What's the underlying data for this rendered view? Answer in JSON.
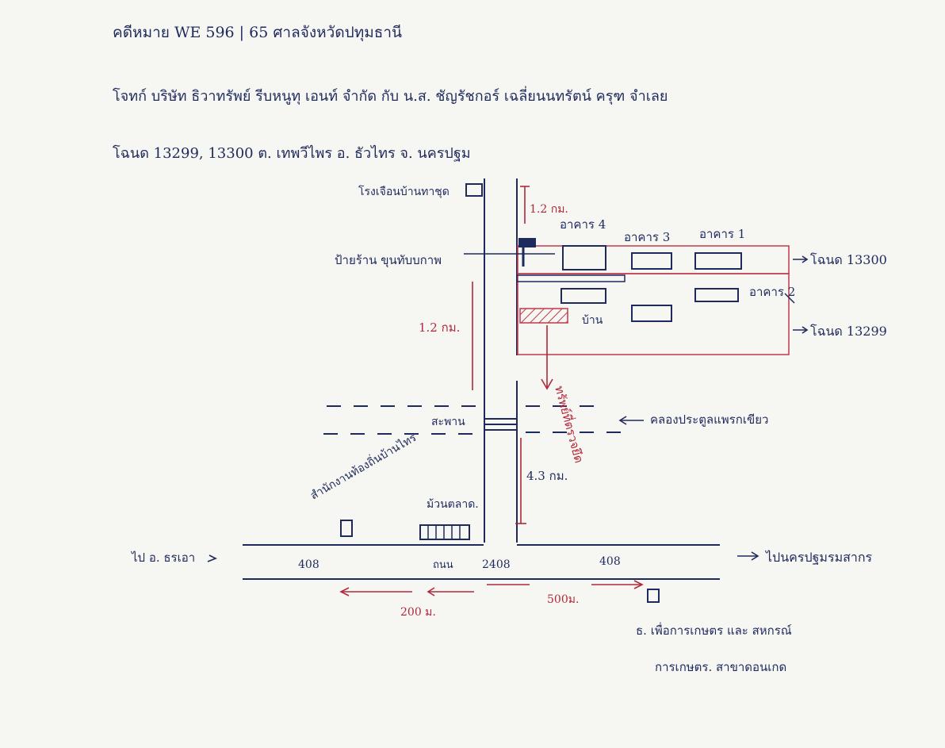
{
  "header": {
    "line1": "คดีหมาย WE 596 | 65 ศาลจังหวัดปทุมธานี",
    "line2": "โจทก์ บริษัท ธิวาทรัพย์ รีบหนูทุ เอนท์ จำกัด กับ น.ส. ชัญรัชกอร์ เฉลี่ยนนทรัตน์ ครุฑ จำเลย",
    "line3": "โฉนด 13299, 13300 ต. เทพวีไพร อ. ธัวไทร จ. นครปฐม"
  },
  "labels": {
    "shrine": "โรงเจือนบ้านทาชุด",
    "sign": "ป้ายร้าน ขุนทับบกาพ",
    "dist_top": "1.2 กม.",
    "dist_left": "1.2 กม.",
    "dist_bottom": "4.3 กม.",
    "building1": "อาคาร 1",
    "building2": "อาคาร 2",
    "building3": "อาคาร 3",
    "building4": "อาคาร 4",
    "house": "บ้าน",
    "deed_13300": "โฉนด 13300",
    "deed_13299": "โฉนด 13299",
    "bridge": "สะพาน",
    "canal": "คลองประตูลแพรกเขียว",
    "office": "สำนักงานท้องถิ่นบ้านไทร",
    "market": "ม้วนตลาด.",
    "road_main": "ถนน",
    "road_no_left": "408",
    "road_no_center": "2408",
    "road_no_right": "408",
    "to_left": "ไป อ. ธรเอา",
    "to_right": "ไปนครปฐมรมสากร",
    "dist_200": "200 ม.",
    "dist_500": "500ม.",
    "bank_line1": "ธ. เพื่อการเกษตร และ สหกรณ์",
    "bank_line2": "การเกษตร. สาขาดอนเกด",
    "red_note": "ทรัพย์ที่ตรวจยึด"
  },
  "colors": {
    "ink": "#1f2a5c",
    "red_ink": "#b1283a",
    "paper": "#f6f6f3"
  }
}
